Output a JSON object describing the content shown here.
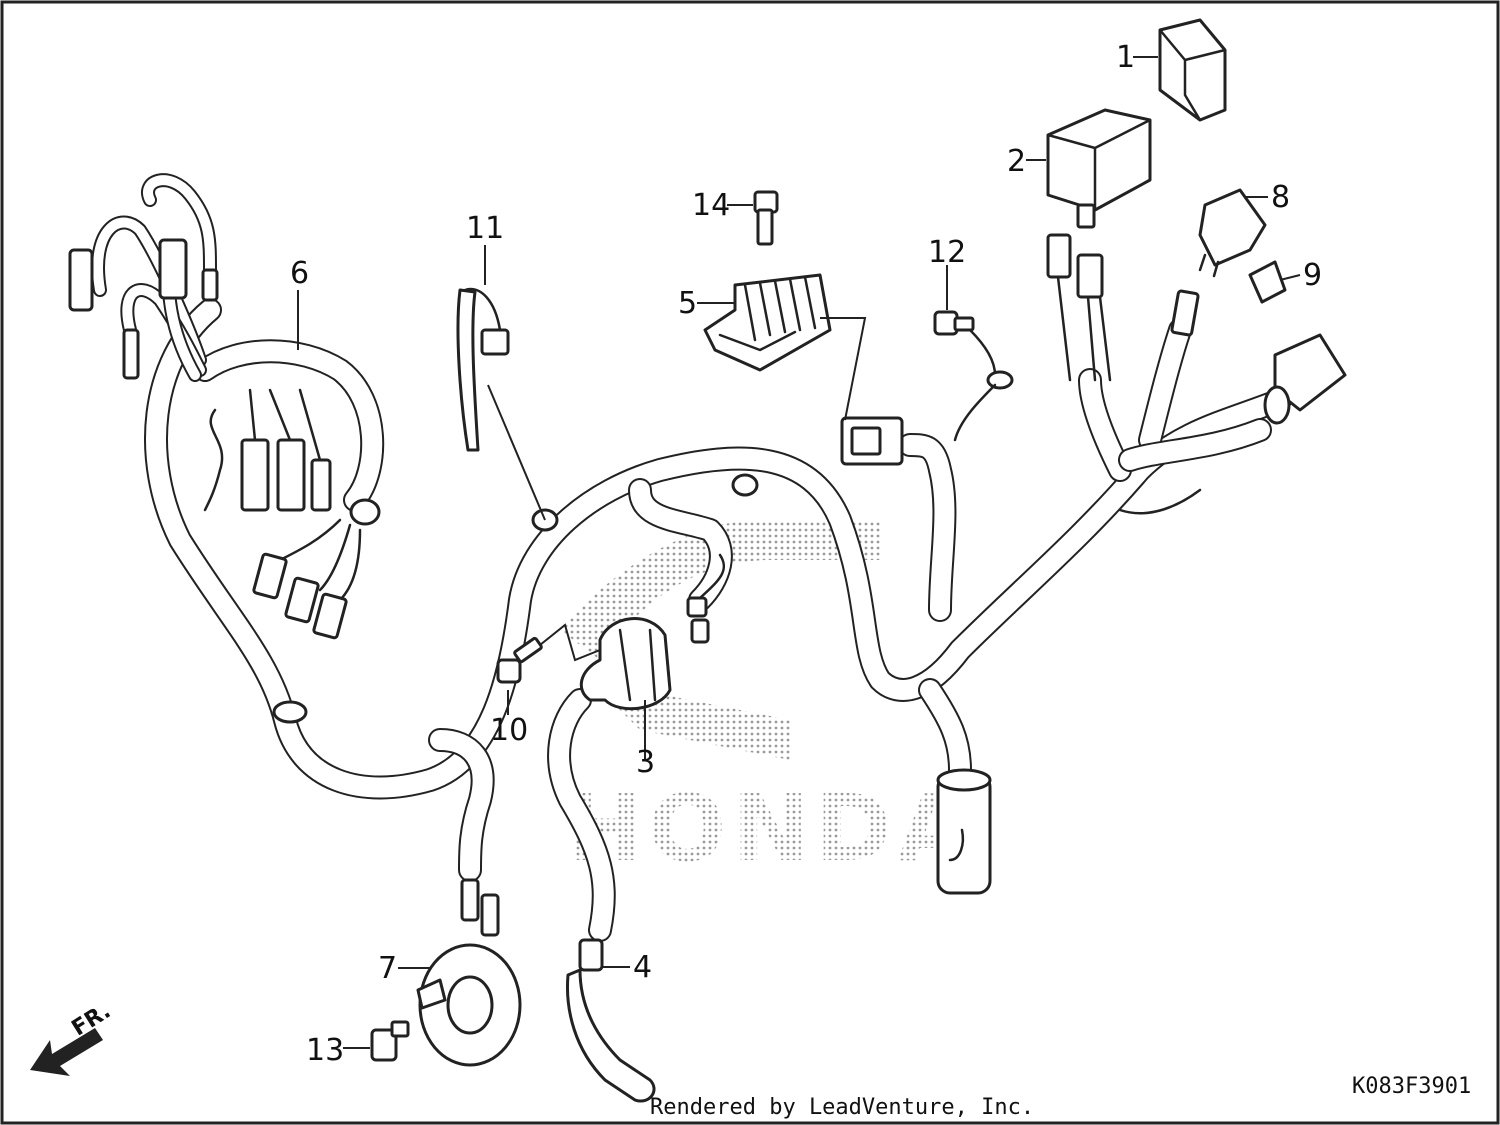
{
  "diagram": {
    "callouts": [
      "1",
      "2",
      "3",
      "4",
      "5",
      "6",
      "7",
      "8",
      "9",
      "10",
      "11",
      "12",
      "13",
      "14"
    ],
    "direction_label": "FR.",
    "drawing_code": "K083F3901",
    "watermark": "HONDA",
    "credit": "Rendered by LeadVenture, Inc."
  },
  "colors": {
    "ink": "#222222",
    "watermark": "#b8b8b8",
    "background": "#ffffff"
  }
}
